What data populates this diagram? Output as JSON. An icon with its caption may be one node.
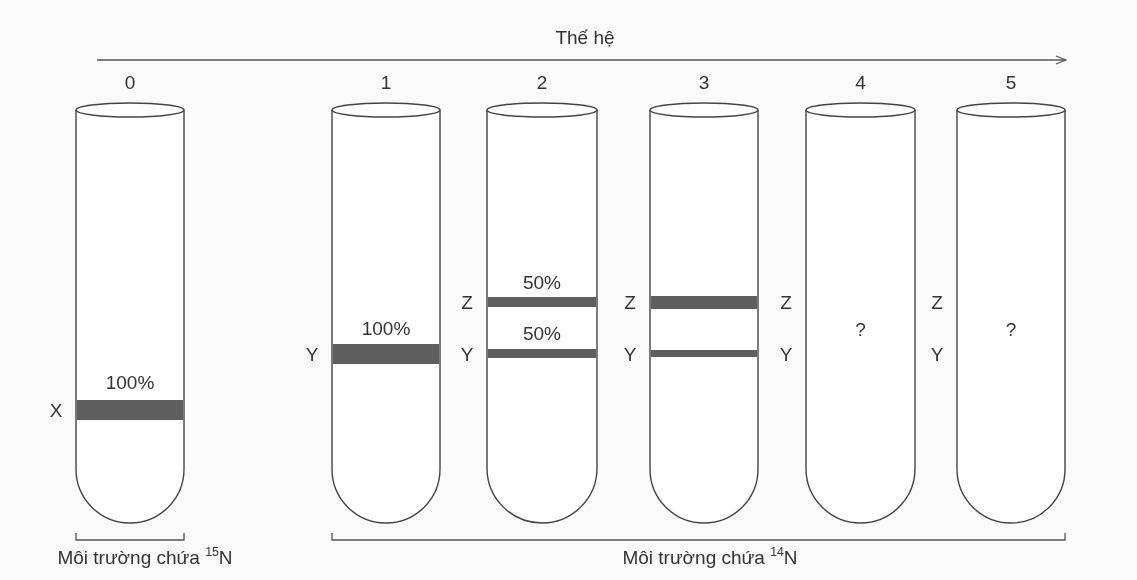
{
  "diagram": {
    "nodes": [
      {
        "text": [
          "100%"
        ],
        "beside": [
          "0",
          "X"
        ]
      },
      {
        "text": [
          "100%"
        ],
        "beside": [
          "1",
          "Y"
        ]
      },
      {
        "text": [
          "50%",
          "50%"
        ],
        "beside": [
          "2",
          "Z",
          "Y"
        ]
      },
      {
        "text": [],
        "shape": "tube",
        "beside": [
          "3",
          "Z",
          "Y"
        ]
      },
      {
        "text": [
          "?"
        ],
        "beside": [
          "4",
          "Z",
          "Y"
        ]
      },
      {
        "text": [
          "?"
        ],
        "beside": [
          "5",
          "Z",
          "Y"
        ]
      }
    ],
    "labels": [
      "Thế hệ",
      "Môi trường chứa $^{15}$N",
      "Môi trường chứa $^{14}$N"
    ]
  }
}
